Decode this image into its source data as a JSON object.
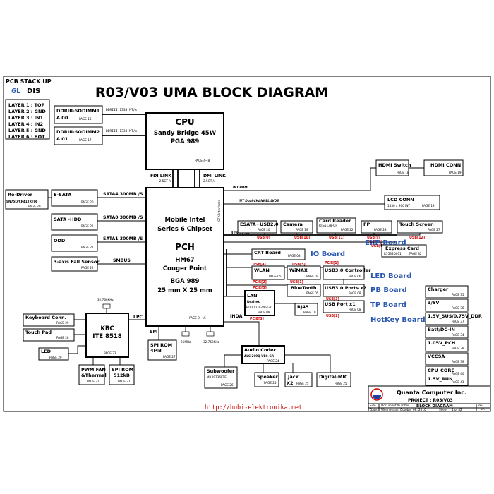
{
  "title": "R03/V03 UMA  BLOCK DIAGRAM",
  "pcb": {
    "heading": "PCB STACK UP",
    "layers_count": "6L",
    "variant": "DIS",
    "layers": [
      "LAYER 1 : TOP",
      "LAYER 2 : GND",
      "LAYER 3 : IN1",
      "LAYER 4 : IN2",
      "LAYER 5 : GND",
      "LAYER 6 : BOT"
    ]
  },
  "dimm1": {
    "name": "DDRIII-SODIMM1",
    "slot": "A  00",
    "page": "PAGE 16",
    "bus": "DDRIII  1333 MT/s"
  },
  "dimm2": {
    "name": "DDRIII-SODIMM2",
    "slot": "A  01",
    "page": "PAGE 17",
    "bus": "DDRIII  1333 MT/s"
  },
  "cpu": {
    "name": "CPU",
    "line1": "Sandy Bridge 45W",
    "line2": "PGA 989",
    "page": "PAGE 4~8"
  },
  "fdi": {
    "label": "FDI  LINK",
    "speed": "2.5GT /s"
  },
  "dmi": {
    "label": "DMI  LINK",
    "speed": "2.5GT /s"
  },
  "pch": {
    "line1": "Mobile Intel",
    "line2": "Series 6 Chipset",
    "name": "PCH",
    "line3": "HM67",
    "line4": "Couger Point",
    "line5": "BGA 989",
    "line6": "25 mm X 25 mm",
    "page": "PAGE 9~15",
    "igfx": "iGFX Interfaces"
  },
  "hdmi_switch": {
    "name": "HDMI Switch",
    "page": "PAGE 18"
  },
  "hdmi_conn": {
    "name": "HDMI CONN",
    "page": "PAGE 19"
  },
  "int_hdmi": "INT HDMI",
  "int_lvds": "INT Dual CHANNEL LVDS",
  "lcd_conn": {
    "name": "LCD CONN",
    "detail": "1430 x 900 INT",
    "page": "PAGE 19"
  },
  "redriver": {
    "name": "Re-Driver",
    "part": "SN75LVCP412RTJR",
    "page": "PAGE 20"
  },
  "esata": {
    "name": "E-SATA",
    "page": "PAGE 20"
  },
  "sata_hdd": {
    "name": "SATA -HDD",
    "page": "PAGE 21"
  },
  "odd": {
    "name": "ODD",
    "page": "PAGE 21"
  },
  "sensor": {
    "name": "3-axis Fall Sensor",
    "page": "PAGE 22"
  },
  "bus_sata4": "SATA4 300MB /S",
  "bus_sata0": "SATA0 300MB /S",
  "bus_sata1": "SATA1 300MB /S",
  "bus_smbus": "SMBUS",
  "usb20_label": "USB2.0",
  "esata_usb": {
    "name": "ESATA+USB2.0",
    "page": "PAGE 20"
  },
  "camera": {
    "name": "Camera",
    "page": "PAGE 19"
  },
  "card_reader": {
    "name": "Card Reader",
    "part": "RTS5138-GR",
    "page": "PAGE 22"
  },
  "fp": {
    "name": "FP",
    "page": "PAGE 28"
  },
  "touch_screen": {
    "name": "Touch Screen",
    "page": "PAGE 27"
  },
  "usb_tags": [
    "USB[0]",
    "USB[10]",
    "USB[11]",
    "USB[9]",
    "USB[8]",
    "USB[13]",
    "USB[12]",
    "USB[5]",
    "USB[4]",
    "USB[1]",
    "USB[3]",
    "USB[2]"
  ],
  "pcie_tags": [
    "PCIE[1]",
    "PCIE[2]",
    "PCIE[5]",
    "PCIE[3]"
  ],
  "express_card": {
    "name": "Express Card",
    "part": "R5538D001",
    "page": "PAGE 32"
  },
  "crt": {
    "name": "CRT Board",
    "page": "PAGE 03"
  },
  "wlan": {
    "name": "WLAN",
    "page": "PAGE 05"
  },
  "wimax": {
    "name": "WiMAX",
    "page": "PAGE 04"
  },
  "usb30_ctrl": {
    "name": "USB3.0 Controller",
    "page": "PAGE 06"
  },
  "bluetooth": {
    "name": "BlueTooth",
    "page": "PAGE 05"
  },
  "usb30_ports": {
    "name": "USB3.0 Ports x2",
    "page": "PAGE 08"
  },
  "lan": {
    "name": "LAN",
    "vendor": "Realtek",
    "part": "RTL8111E-VB-GR",
    "page": "PAGE 09"
  },
  "rj45": {
    "name": "RJ45",
    "page": "PAGE 10"
  },
  "usb_port": {
    "name": "USB Port x1",
    "page": "PAGE 08"
  },
  "boards": [
    "IO Board",
    "EXP Board",
    "LED Board",
    "PB Board",
    "TP Board",
    "HotKey Board"
  ],
  "power": [
    {
      "name": "Charger",
      "page": "PAGE 35"
    },
    {
      "name": "3/5V",
      "page": "PAGE 36"
    },
    {
      "name": "1.5V_SUS/0.75V_DDR",
      "page": "PAGE 37"
    },
    {
      "name": "Batt/DC-IN",
      "page": "PAGE 34"
    },
    {
      "name": "1.05V_PCH",
      "page": "PAGE 38"
    },
    {
      "name": "VCCSA",
      "page": "PAGE 39"
    },
    {
      "name": "CPU_CORE",
      "page": "PAGE 40"
    },
    {
      "name": "1.5V_RUN",
      "page": "PAGE 41"
    }
  ],
  "keyboard": {
    "name": "Keyboard Conn.",
    "page": "PAGE 29"
  },
  "touchpad": {
    "name": "Touch Pad",
    "page": "PAGE 28"
  },
  "led": {
    "name": "LED",
    "page": "PAGE 29"
  },
  "kbc": {
    "name": "KBC",
    "part": "ITE 8518",
    "page": "PAGE 23",
    "crystal": "32.768KHz"
  },
  "lpc": "LPC",
  "pwm_fan": {
    "line1": "PWM FAN",
    "line2": "&Thermal",
    "page": "PAGE 31"
  },
  "spi_rom_kbc": {
    "name": "SPI ROM",
    "size": "512kB",
    "page": "PAGE 27"
  },
  "spi_label": "SPI",
  "spi_rom_pch": {
    "name": "SPI ROM",
    "size": "4MB",
    "page": "PAGE 27"
  },
  "crystals": [
    "25MHz",
    "32.768KHz"
  ],
  "ihda": "IHDA",
  "audio": {
    "name": "Audio Codec",
    "part": "ALC 269Q-VB6-GR",
    "page": "PAGE 24"
  },
  "subwoofer": {
    "name": "Subwoofer",
    "part": "MAX9736ETE",
    "page": "PAGE 26"
  },
  "speaker": {
    "name": "Speaker",
    "page": "PAGE 25"
  },
  "jack": {
    "name": "Jack",
    "qty": "X2",
    "page": "PAGE 25"
  },
  "mic": {
    "name": "Digital-MIC",
    "page": "PAGE 25"
  },
  "quanta": {
    "company": "Quanta Computer Inc.",
    "project": "PROJECT :  R03/V03",
    "doc_title": "BLOCK DIAGRAM",
    "size_lbl": "Size",
    "doc_lbl": "Document Number",
    "rev_lbl": "Rev",
    "rev": "3A",
    "date_lbl": "Date:",
    "date": "Wednesday, October 06, 2010",
    "sheet_lbl": "Sheet",
    "sheet": "1  of  42"
  },
  "url": "http://hobi-elektronika.net"
}
